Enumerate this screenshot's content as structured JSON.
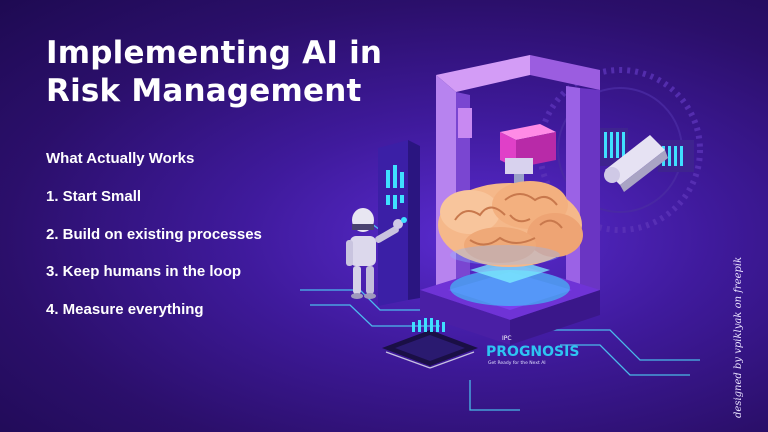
{
  "slide": {
    "title": "Implementing AI in Risk Management",
    "subtitle": "What Actually Works",
    "steps": [
      "1. Start Small",
      "2. Build on existing processes",
      "3. Keep humans in the loop",
      "4. Measure everything"
    ],
    "credit": "designed by vpiklyak on freepik"
  },
  "logo": {
    "name": "PROGNOSIS",
    "prefix": "IPC",
    "tagline": "Get Ready for the Next AI"
  },
  "colors": {
    "background": "#2b0f6b",
    "accent_pink": "#e040c8",
    "accent_cyan": "#35e0ff",
    "brain": "#f5b88a"
  }
}
